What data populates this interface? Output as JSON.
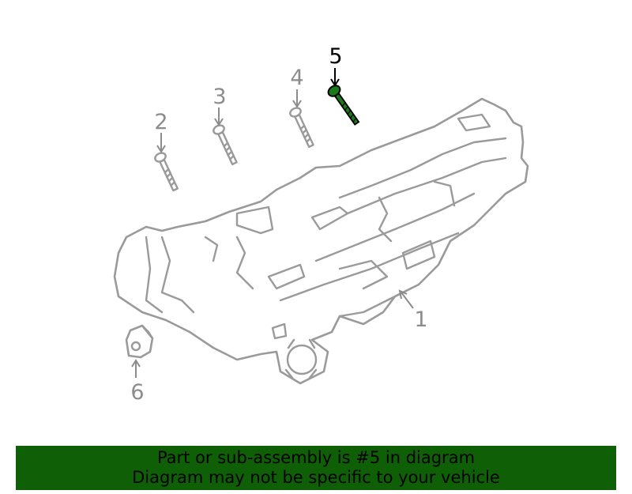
{
  "diagram": {
    "highlighted_part": "5",
    "callouts": [
      {
        "id": "1",
        "label": "1",
        "part": "transmission-assembly"
      },
      {
        "id": "2",
        "label": "2",
        "part": "bolt"
      },
      {
        "id": "3",
        "label": "3",
        "part": "bolt"
      },
      {
        "id": "4",
        "label": "4",
        "part": "bolt"
      },
      {
        "id": "5",
        "label": "5",
        "part": "bolt"
      },
      {
        "id": "6",
        "label": "6",
        "part": "sensor"
      }
    ]
  },
  "colors": {
    "banner_bg": "#0f5f06",
    "highlight": "#1a7a1a",
    "line_gray": "#9a9a9a"
  },
  "banner": {
    "line1": "Part or sub-assembly is #5 in diagram",
    "line2": "Diagram may not be specific to your vehicle"
  }
}
